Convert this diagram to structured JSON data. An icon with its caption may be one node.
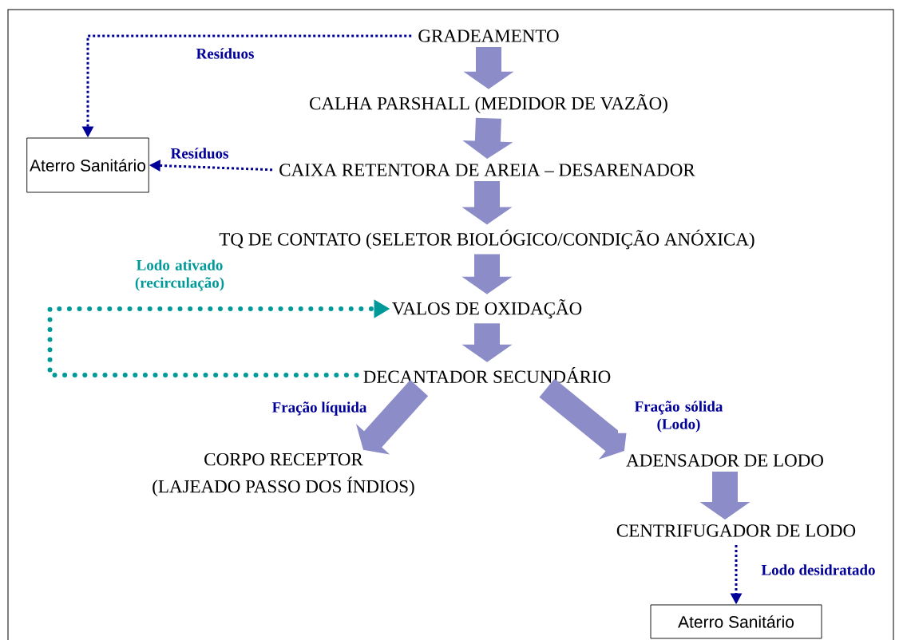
{
  "diagram": {
    "nodes": [
      {
        "text": [
          "GRADEAMENTO"
        ]
      },
      {
        "text": [
          "CALHA PARSHALL (MEDIDOR DE VAZÃO)"
        ]
      },
      {
        "text": [
          "Aterro Sanitário"
        ]
      },
      {
        "text": [
          "CAIXA RETENTORA DE AREIA – DESARENADOR"
        ]
      },
      {
        "text": [
          "TQ DE CONTATO (SELETOR BIOLÓGICO/CONDIÇÃO ANÓXICA)"
        ]
      },
      {
        "text": [
          "VALOS DE OXIDAÇÃO"
        ]
      },
      {
        "text": [
          "DECANTADOR SECUNDÁRIO"
        ]
      },
      {
        "text": [
          "CORPO RECEPTOR",
          "(LAJEADO PASSO DOS ÍNDIOS)"
        ]
      },
      {
        "text": [
          "ADENSADOR DE LODO"
        ]
      },
      {
        "text": [
          "CENTRIFUGADOR DE LODO"
        ]
      },
      {
        "text": [
          "Aterro Sanitário"
        ]
      }
    ],
    "edges": [
      {
        "from": 0,
        "to": 1,
        "arrow": "to"
      },
      {
        "from": 1,
        "to": 3,
        "arrow": "to"
      },
      {
        "from": 3,
        "to": 4,
        "arrow": "to"
      },
      {
        "from": 4,
        "to": 5,
        "arrow": "to"
      },
      {
        "from": 5,
        "to": 6,
        "arrow": "to"
      },
      {
        "from": 6,
        "to": 7,
        "arrow": "to",
        "label": "Fração líquida"
      },
      {
        "from": 6,
        "to": 8,
        "arrow": "to",
        "label": "Fração sólida (Lodo)"
      },
      {
        "from": 8,
        "to": 9,
        "arrow": "to"
      },
      {
        "from": 0,
        "to": 2,
        "arrow": "to",
        "label": "Resíduos",
        "style": "dashed",
        "color": "#000099"
      },
      {
        "from": 3,
        "to": 2,
        "arrow": "to",
        "label": "Resíduos",
        "style": "dashed",
        "color": "#000099"
      },
      {
        "from": 6,
        "to": 5,
        "arrow": "to",
        "label": "Lodo ativado (recirculação)",
        "style": "dashed",
        "color": "#009999"
      },
      {
        "from": 9,
        "to": 10,
        "arrow": "to",
        "label": "Lodo desidratado",
        "style": "dashed",
        "color": "#000099"
      }
    ]
  }
}
